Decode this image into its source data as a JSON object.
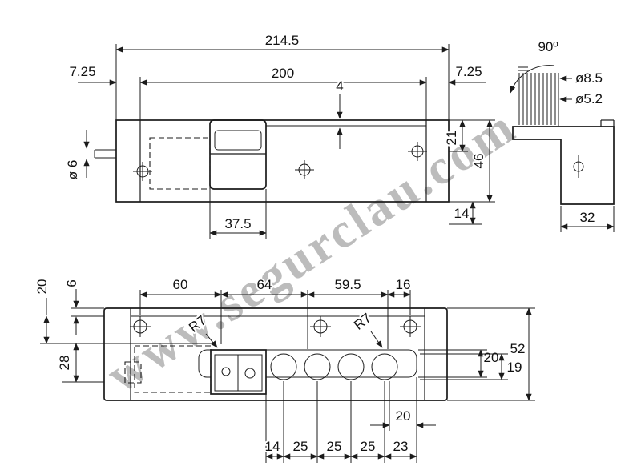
{
  "watermark": "www.segurclau.com",
  "top_view": {
    "overall_width": "214.5",
    "hole_spacing": "200",
    "left_offset": "7.25",
    "right_offset": "7.25",
    "lip_gap": "4",
    "keeper_width": "37.5",
    "hole_dia": "ø 6",
    "top_to_hole": "21",
    "height": "46",
    "lip_drop": "14"
  },
  "side_view": {
    "bend_angle": "90º",
    "upper_hole": "ø8.5",
    "lower_hole": "ø5.2",
    "width": "32"
  },
  "bottom_view": {
    "span_1": "60",
    "span_2": "64",
    "span_3": "59.5",
    "span_4": "16",
    "left_edge": "6",
    "left_top": "20",
    "left_body": "28",
    "radius_left": "R7",
    "radius_right": "R7",
    "height_total": "52",
    "slot_height": "20",
    "hole_dia": "19",
    "end_gap": "20",
    "pitch": [
      "14",
      "25",
      "25",
      "25",
      "23"
    ]
  }
}
